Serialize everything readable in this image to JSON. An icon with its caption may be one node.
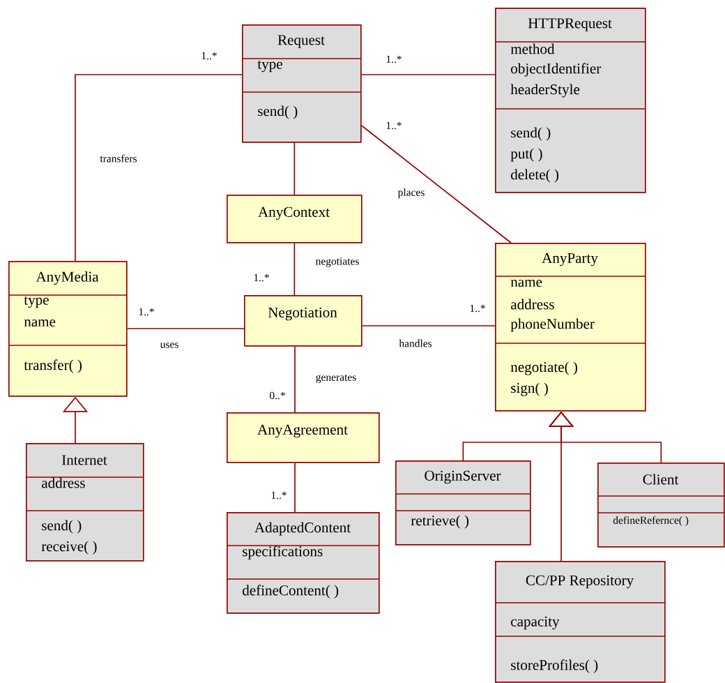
{
  "diagram": {
    "nodes": [
      {
        "text": [
          "Request",
          "type",
          "send( )"
        ]
      },
      {
        "text": [
          "HTTPRequest",
          "method",
          "objectIdentifier",
          "headerStyle",
          "send( )",
          "put( )",
          "delete( )"
        ]
      },
      {
        "text": [
          "AnyContext"
        ]
      },
      {
        "text": [
          "AnyMedia",
          "type",
          "name",
          "transfer( )"
        ]
      },
      {
        "text": [
          "Negotiation"
        ]
      },
      {
        "text": [
          "AnyParty",
          "name",
          "address",
          "phoneNumber",
          "negotiate( )",
          "sign( )"
        ]
      },
      {
        "text": [
          "AnyAgreement"
        ]
      },
      {
        "text": [
          "Internet",
          "address",
          "send( )",
          "receive( )"
        ]
      },
      {
        "text": [
          "OriginServer",
          "retrieve( )"
        ]
      },
      {
        "text": [
          "Client",
          "defineRefernce( )"
        ]
      },
      {
        "text": [
          "AdaptedContent",
          "specifications",
          "defineContent( )"
        ]
      },
      {
        "text": [
          "CC/PP Repository",
          "capacity",
          "storeProfiles( )"
        ]
      }
    ],
    "edges": [
      {
        "from": 0,
        "to": 3,
        "arrow": "none",
        "label": "transfers"
      },
      {
        "from": 0,
        "to": 1,
        "arrow": "none"
      },
      {
        "from": 0,
        "to": 2,
        "arrow": "none"
      },
      {
        "from": 0,
        "to": 5,
        "arrow": "none",
        "label": "places"
      },
      {
        "from": 2,
        "to": 4,
        "arrow": "none",
        "label": "negotiates"
      },
      {
        "from": 3,
        "to": 4,
        "arrow": "none",
        "label": "uses"
      },
      {
        "from": 4,
        "to": 5,
        "arrow": "none",
        "label": "handles"
      },
      {
        "from": 4,
        "to": 6,
        "arrow": "none",
        "label": "generates"
      },
      {
        "from": 6,
        "to": 10,
        "arrow": "none"
      },
      {
        "from": 7,
        "to": 3,
        "arrow": "to"
      },
      {
        "from": 8,
        "to": 5,
        "arrow": "to"
      },
      {
        "from": 9,
        "to": 5,
        "arrow": "to"
      },
      {
        "from": 11,
        "to": 5,
        "arrow": "to"
      }
    ],
    "labels": [
      "1..*",
      "1..*",
      "1..*",
      "1..*",
      "1..*",
      "1..*",
      "0..*",
      "1..*"
    ]
  }
}
